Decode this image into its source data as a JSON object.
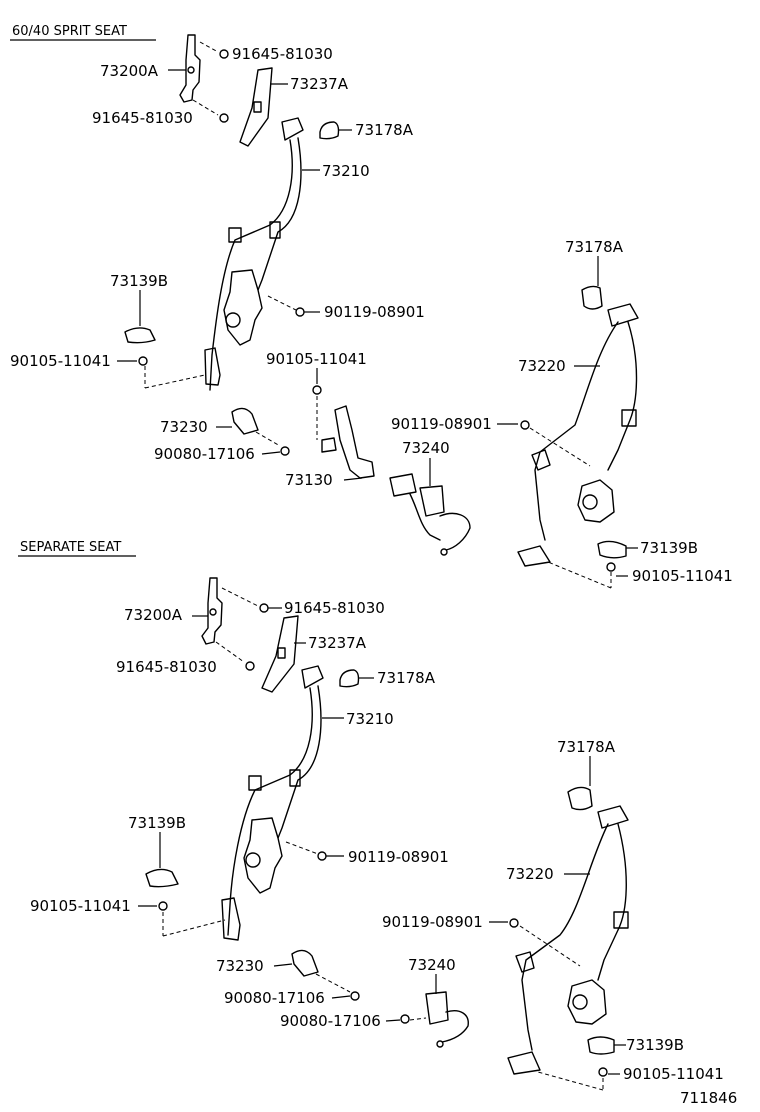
{
  "sections": {
    "split": "60/40 SPRIT SEAT",
    "separate": "SEPARATE SEAT"
  },
  "labels": {
    "t1": "91645-81030",
    "t2": "73200A",
    "t3": "73237A",
    "t4": "91645-81030",
    "t5": "73178A",
    "t6": "73210",
    "t7": "73178A",
    "t8": "73139B",
    "t9": "90119-08901",
    "t10": "90105-11041",
    "t11": "90105-11041",
    "t12": "73220",
    "t13": "90119-08901",
    "t14": "73230",
    "t15": "73240",
    "t16": "90080-17106",
    "t17": "73130",
    "t18": "73139B",
    "t19": "90105-11041",
    "b1": "73200A",
    "b2": "91645-81030",
    "b3": "73237A",
    "b4": "91645-81030",
    "b5": "73178A",
    "b6": "73210",
    "b7": "73178A",
    "b8": "73139B",
    "b9": "90119-08901",
    "b10": "73220",
    "b11": "90105-11041",
    "b12": "90119-08901",
    "b13": "73230",
    "b14": "73240",
    "b15": "90080-17106",
    "b16": "90080-17106",
    "b17": "73139B",
    "b18": "90105-11041"
  },
  "diagram_number": "711846"
}
